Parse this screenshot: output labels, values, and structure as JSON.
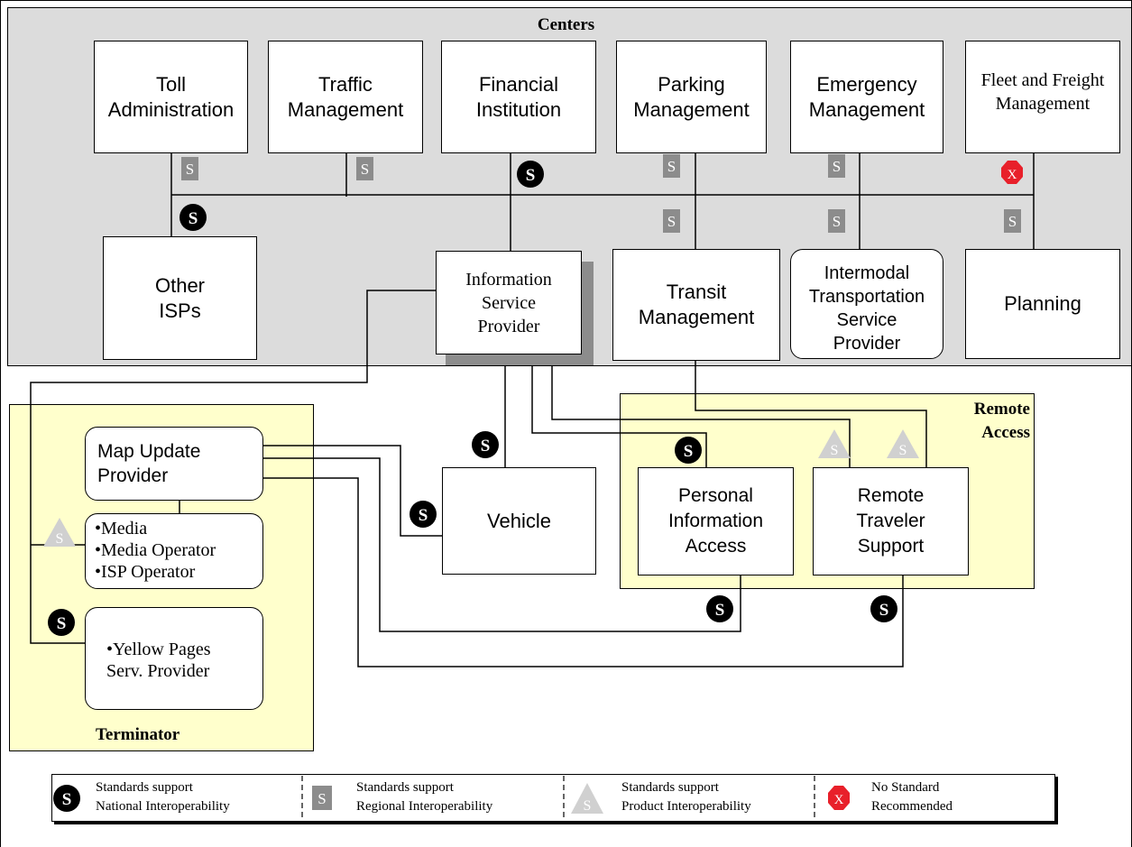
{
  "regions": {
    "centers_title": "Centers",
    "terminator_title": "Terminator",
    "remote_access_title": "Remote\nAccess"
  },
  "centers": {
    "toll": "Toll\nAdministration",
    "traffic": "Traffic\nManagement",
    "financial": "Financial\nInstitution",
    "parking": "Parking\nManagement",
    "emergency": "Emergency\nManagement",
    "fleet": "Fleet and Freight\nManagement",
    "other_isps": "Other\nISPs",
    "isp": "Information\nService\nProvider",
    "transit": "Transit\nManagement",
    "intermodal": "Intermodal\nTransportation\nService\nProvider",
    "planning": "Planning"
  },
  "nodes": {
    "map_update": "Map Update\nProvider",
    "media_list": "•Media\n•Media Operator\n•ISP Operator",
    "yellow_pages": "•Yellow Pages\nServ. Provider",
    "vehicle": "Vehicle",
    "personal_info": "Personal\nInformation\nAccess",
    "remote_traveler": "Remote\nTraveler\nSupport"
  },
  "symbols": {
    "national_letter": "S",
    "regional_letter": "S",
    "product_letter": "S",
    "none_letter": "X",
    "national_color": "#000000",
    "regional_color": "#8c8c8c",
    "product_color": "#d0d0d0",
    "none_color": "#e8202a",
    "centers_bg": "#dcdcdc",
    "terminator_bg": "#ffffcc"
  },
  "legend": {
    "national": "Standards support\nNational Interoperability",
    "regional": "Standards support\nRegional Interoperability",
    "product": "Standards support\nProduct Interoperability",
    "none": "No Standard\nRecommended"
  }
}
